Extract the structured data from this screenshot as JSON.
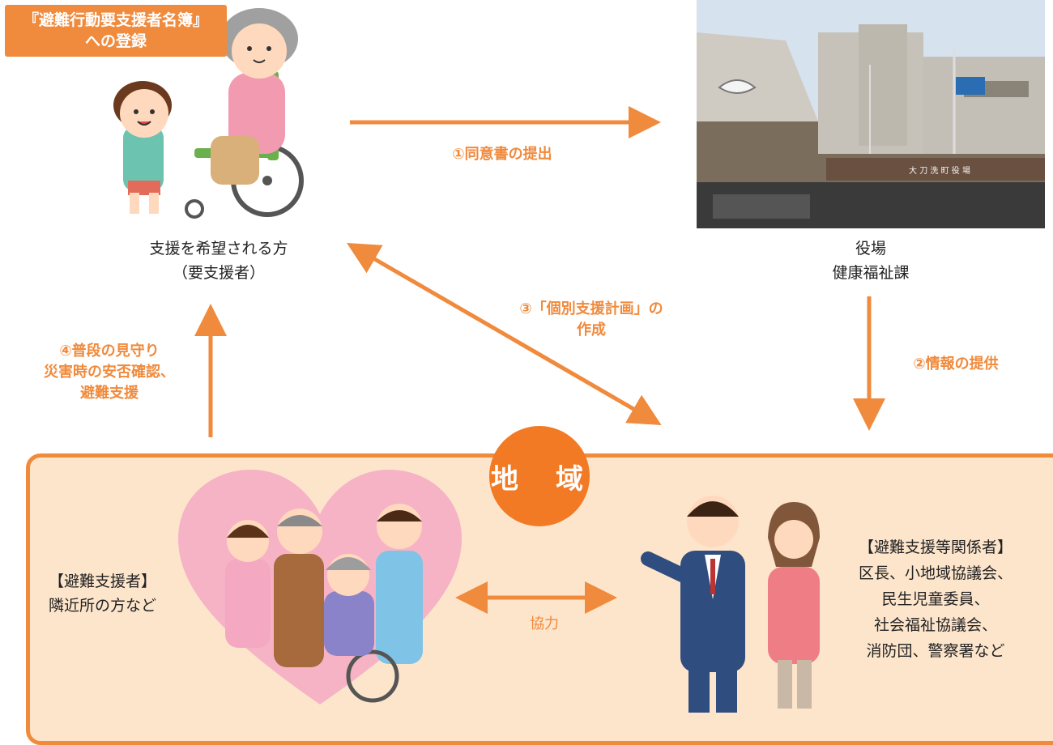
{
  "badge": {
    "line1": "『避難行動要支援者名簿』",
    "line2": "への登録"
  },
  "supporter_person": {
    "line1": "支援を希望される方",
    "line2": "（要支援者）"
  },
  "office": {
    "line1": "役場",
    "line2": "健康福祉課",
    "sign_text": "大 刀 洗 町 役 場"
  },
  "steps": {
    "step1": "①同意書の提出",
    "step2": "②情報の提供",
    "step3_line1": "③「個別支援計画」の",
    "step3_line2": "作成",
    "step4_line1": "④普段の見守り",
    "step4_line2": "災害時の安否確認、",
    "step4_line3": "避難支援"
  },
  "region": {
    "title": "地　域"
  },
  "evac_helpers": {
    "line1": "【避難支援者】",
    "line2": "隣近所の方など"
  },
  "cooperation": "協力",
  "stakeholders": {
    "line1": "【避難支援等関係者】",
    "line2": "区長、小地域協議会、",
    "line3": "民生児童委員、",
    "line4": "社会福祉協議会、",
    "line5": "消防団、警察署など"
  },
  "colors": {
    "arrow": "#f08a3c",
    "region_fill": "#fde5cc",
    "circle": "#f27a24",
    "heart": "#f6b3c6"
  }
}
